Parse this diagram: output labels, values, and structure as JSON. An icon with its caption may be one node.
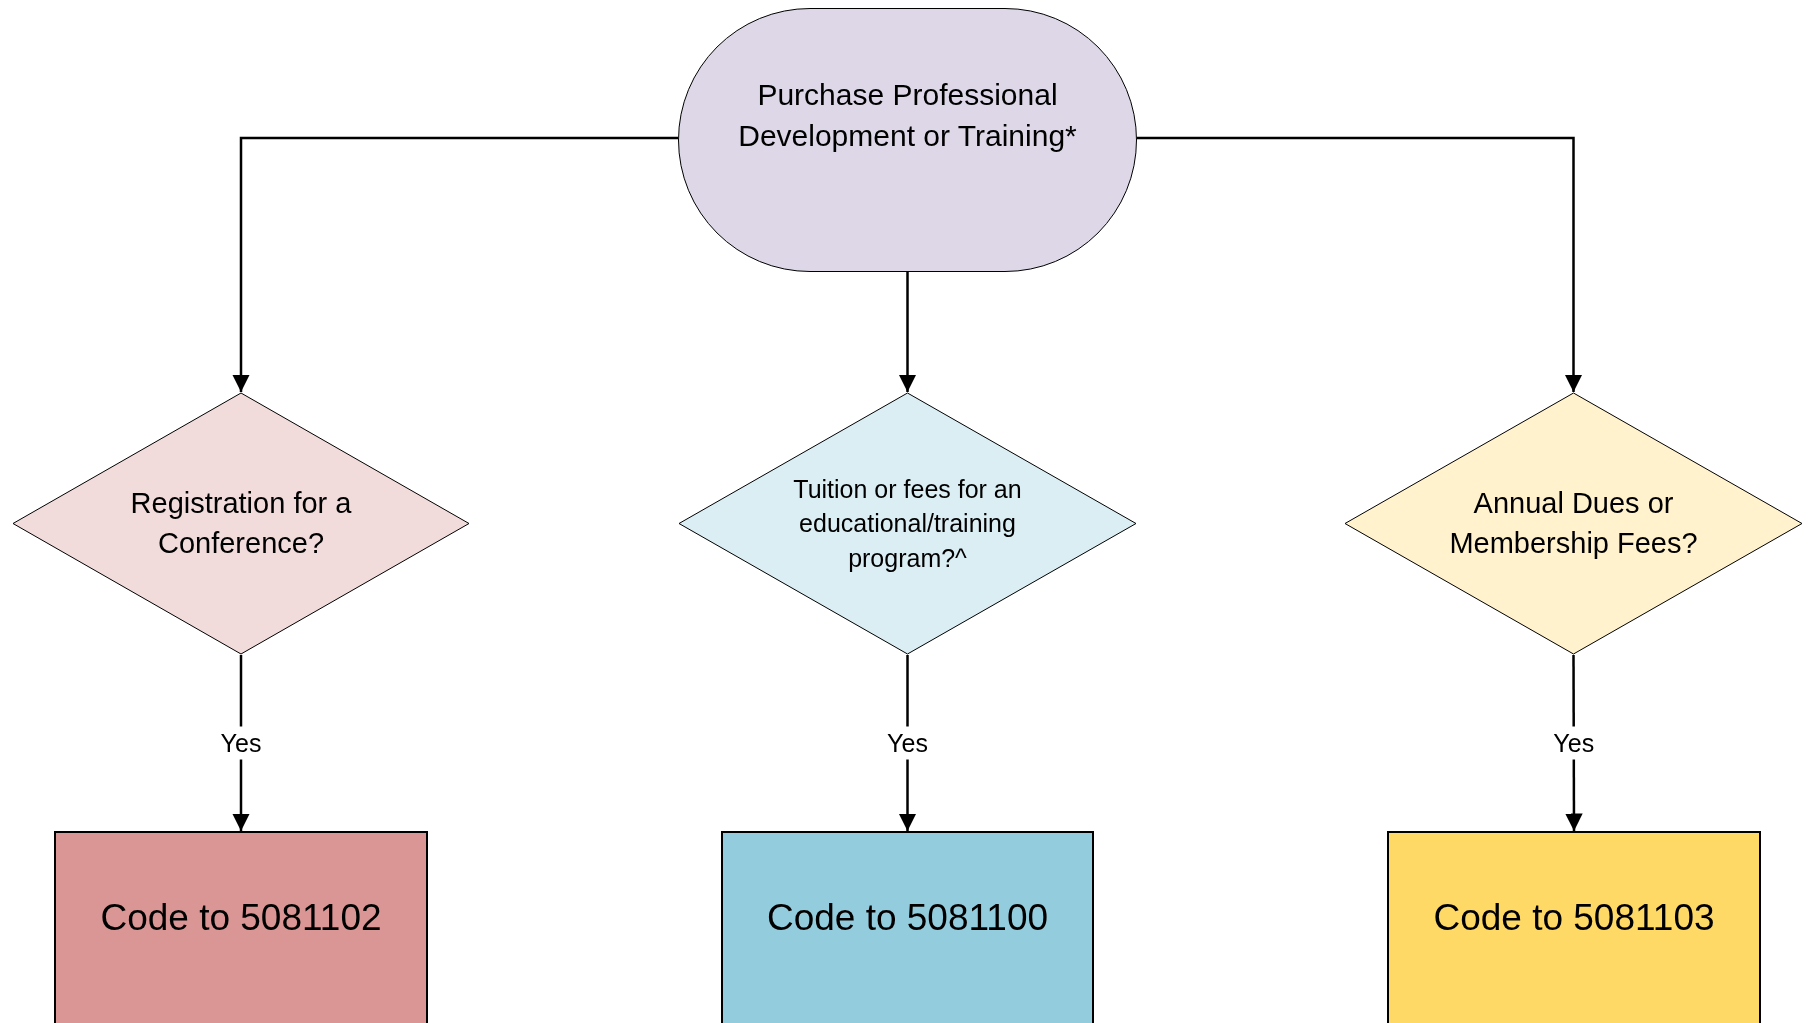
{
  "diagram": {
    "nodes": [
      {
        "text": [
          "Purchase Professional Development or Training*"
        ]
      },
      {
        "text": [
          "Registration for a Conference?"
        ]
      },
      {
        "text": [
          "Tuition or fees for an educational/training program?^"
        ]
      },
      {
        "text": [
          "Annual Dues or Membership Fees?"
        ]
      },
      {
        "text": [
          "Code to 5081102"
        ]
      },
      {
        "text": [
          "Code to 5081100"
        ]
      },
      {
        "text": [
          "Code to 5081103"
        ]
      }
    ],
    "edges": [
      {
        "from": 0,
        "to": 1,
        "arrow": "to"
      },
      {
        "from": 0,
        "to": 2,
        "arrow": "to"
      },
      {
        "from": 0,
        "to": 3,
        "arrow": "to"
      },
      {
        "from": 1,
        "to": 4,
        "arrow": "to",
        "label": "Yes"
      },
      {
        "from": 2,
        "to": 5,
        "arrow": "to",
        "label": "Yes"
      },
      {
        "from": 3,
        "to": 6,
        "arrow": "to",
        "label": "Yes"
      }
    ]
  }
}
